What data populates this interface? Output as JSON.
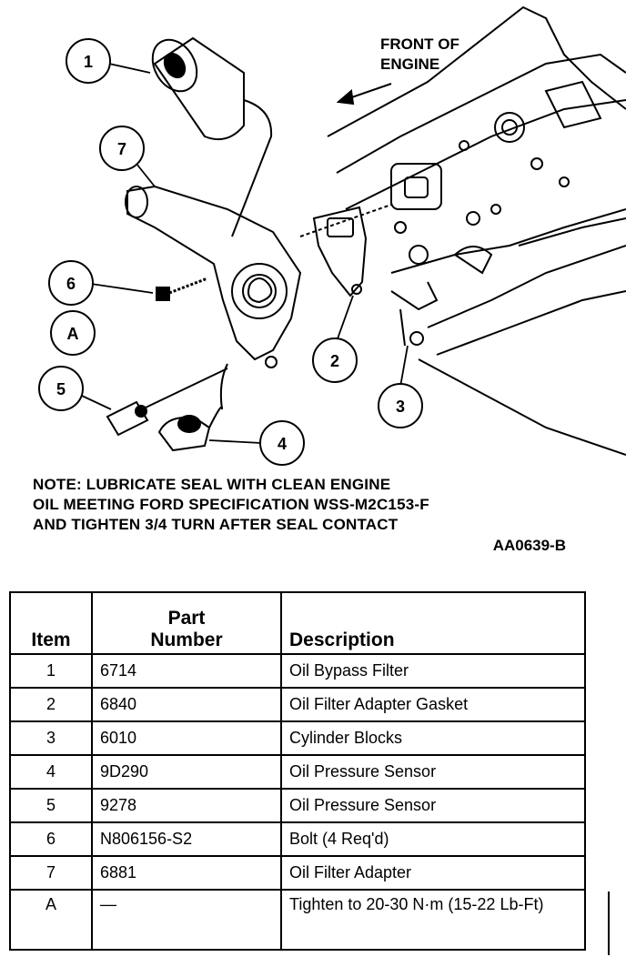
{
  "figure": {
    "front_label_line1": "FRONT OF",
    "front_label_line2": "ENGINE",
    "callouts": [
      "1",
      "7",
      "6",
      "A",
      "5",
      "2",
      "3",
      "4"
    ],
    "note_line1": "NOTE: LUBRICATE SEAL WITH CLEAN ENGINE",
    "note_line2": "OIL MEETING FORD SPECIFICATION WSS-M2C153-F",
    "note_line3": "AND TIGHTEN 3/4 TURN AFTER SEAL CONTACT",
    "figure_id": "AA0639-B"
  },
  "table": {
    "headers": {
      "item": "Item",
      "part_line1": "Part",
      "part_line2": "Number",
      "description": "Description"
    },
    "rows": [
      {
        "item": "1",
        "part": "6714",
        "desc": "Oil Bypass Filter"
      },
      {
        "item": "2",
        "part": "6840",
        "desc": "Oil Filter Adapter Gasket"
      },
      {
        "item": "3",
        "part": "6010",
        "desc": "Cylinder Blocks"
      },
      {
        "item": "4",
        "part": "9D290",
        "desc": "Oil Pressure Sensor"
      },
      {
        "item": "5",
        "part": "9278",
        "desc": "Oil Pressure Sensor"
      },
      {
        "item": "6",
        "part": "N806156-S2",
        "desc": "Bolt (4 Req'd)"
      },
      {
        "item": "7",
        "part": "6881",
        "desc": "Oil Filter Adapter"
      },
      {
        "item": "A",
        "part": "—",
        "desc": "Tighten to 20-30 N·m (15-22 Lb-Ft)"
      }
    ]
  }
}
